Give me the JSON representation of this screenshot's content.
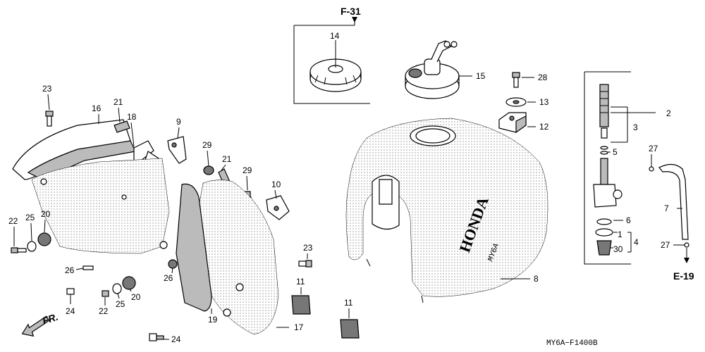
{
  "refs": {
    "top": "F-31",
    "bottom_right": "E-19",
    "front": "FR."
  },
  "brand": {
    "name": "HONDA",
    "model": "MY6A"
  },
  "diagram_code": "MY6A−F1400B",
  "callouts": {
    "c1": "1",
    "c2": "2",
    "c3": "3",
    "c4": "4",
    "c5": "5",
    "c6": "6",
    "c7": "7",
    "c8": "8",
    "c9": "9",
    "c10": "10",
    "c11a": "11",
    "c11b": "11",
    "c12": "12",
    "c13": "13",
    "c14": "14",
    "c15": "15",
    "c16": "16",
    "c17": "17",
    "c18": "18",
    "c19": "19",
    "c20a": "20",
    "c20b": "20",
    "c21a": "21",
    "c21b": "21",
    "c22a": "22",
    "c22b": "22",
    "c23a": "23",
    "c23b": "23",
    "c24a": "24",
    "c24b": "24",
    "c25a": "25",
    "c25b": "25",
    "c26a": "26",
    "c26b": "26",
    "c27a": "27",
    "c27b": "27",
    "c28": "28",
    "c29a": "29",
    "c29b": "29",
    "c30": "30"
  }
}
